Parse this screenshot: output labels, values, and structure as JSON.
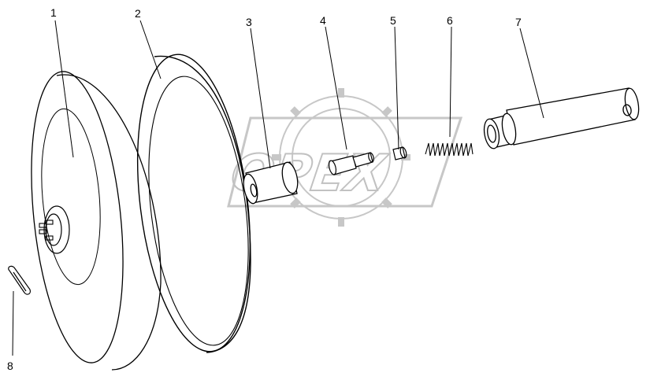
{
  "diagram": {
    "type": "exploded-parts-drawing",
    "callouts": [
      {
        "id": "1",
        "label": "1"
      },
      {
        "id": "2",
        "label": "2"
      },
      {
        "id": "3",
        "label": "3"
      },
      {
        "id": "4",
        "label": "4"
      },
      {
        "id": "5",
        "label": "5"
      },
      {
        "id": "6",
        "label": "6"
      },
      {
        "id": "7",
        "label": "7"
      },
      {
        "id": "8",
        "label": "8"
      }
    ],
    "watermark": {
      "text": "OPEX",
      "color": "#bdbdbd"
    },
    "colors": {
      "line": "#000000",
      "background": "#ffffff"
    }
  }
}
